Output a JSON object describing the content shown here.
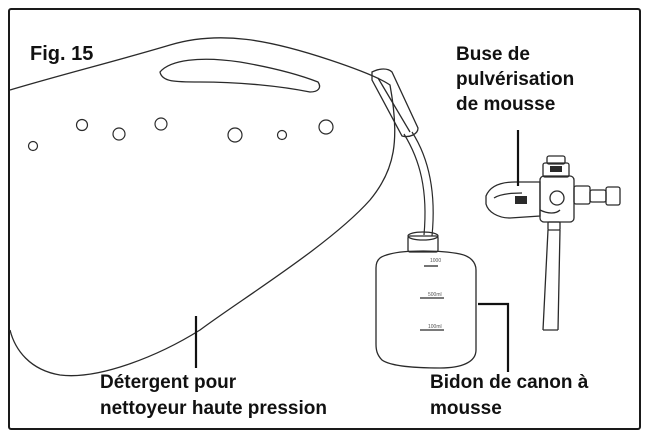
{
  "figure": {
    "label": "Fig. 15"
  },
  "labels": {
    "nozzle": [
      "Buse de",
      "pulvérisation",
      "de mousse"
    ],
    "detergent": [
      "Détergent pour",
      "nettoyeur haute pression"
    ],
    "bottle": [
      "Bidon de canon à",
      "mousse"
    ]
  },
  "bottle_marks": [
    "1000",
    "500ml",
    "100ml"
  ]
}
